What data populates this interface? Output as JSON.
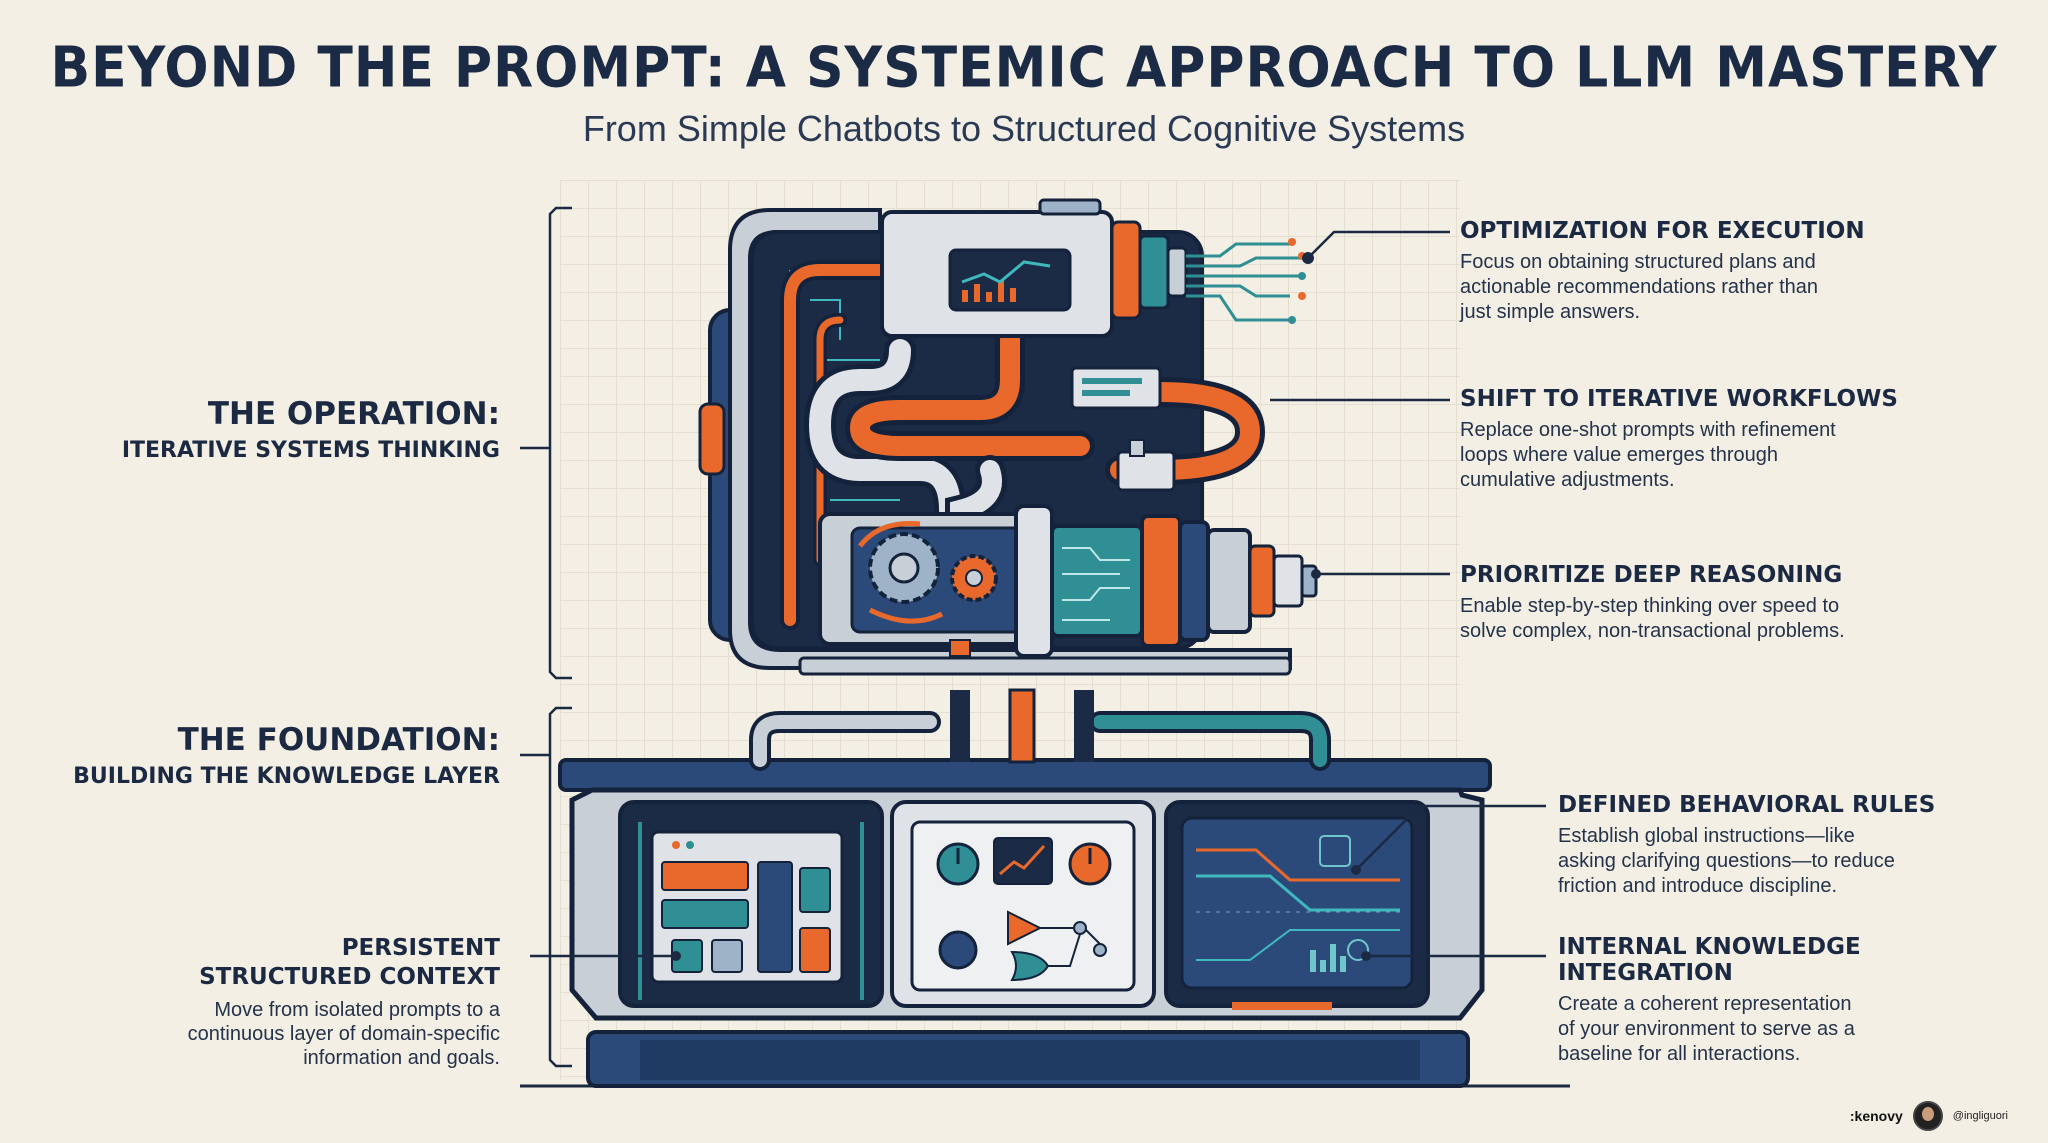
{
  "title": "BEYOND THE PROMPT: A SYSTEMIC APPROACH TO LLM MASTERY",
  "subtitle": "From Simple Chatbots to Structured Cognitive Systems",
  "left": {
    "operation": {
      "heading": "THE OPERATION:",
      "subheading": "ITERATIVE SYSTEMS THINKING"
    },
    "foundation": {
      "heading": "THE FOUNDATION:",
      "subheading": "BUILDING THE KNOWLEDGE LAYER"
    },
    "persistent": {
      "title": "PERSISTENT\nSTRUCTURED CONTEXT",
      "text": "Move from isolated prompts to a\ncontinuous layer of domain-specific\ninformation and goals."
    }
  },
  "right": {
    "optimization": {
      "title": "OPTIMIZATION FOR EXECUTION",
      "text": "Focus on obtaining structured plans and\nactionable recommendations rather than\njust simple answers."
    },
    "iterative": {
      "title": "SHIFT TO ITERATIVE WORKFLOWS",
      "text": "Replace one-shot prompts with refinement\nloops where value emerges through\ncumulative adjustments."
    },
    "reasoning": {
      "title": "PRIORITIZE DEEP REASONING",
      "text": "Enable step-by-step thinking over speed to\nsolve complex, non-transactional problems."
    },
    "behavioral": {
      "title": "DEFINED BEHAVIORAL RULES",
      "text": "Establish global instructions—like\nasking clarifying questions—to reduce\nfriction and introduce discipline."
    },
    "knowledge": {
      "title": "INTERNAL KNOWLEDGE\nINTEGRATION",
      "text": "Create a coherent representation\nof your environment to serve as a\nbaseline for all interactions."
    }
  },
  "footer": {
    "brand": ":kenovy",
    "handle": "@ingliguori"
  },
  "colors": {
    "navy": "#1c2b45",
    "orange": "#e8692b",
    "teal": "#2f8f94",
    "silver": "#c9cfd6",
    "background": "#f3efe4"
  }
}
